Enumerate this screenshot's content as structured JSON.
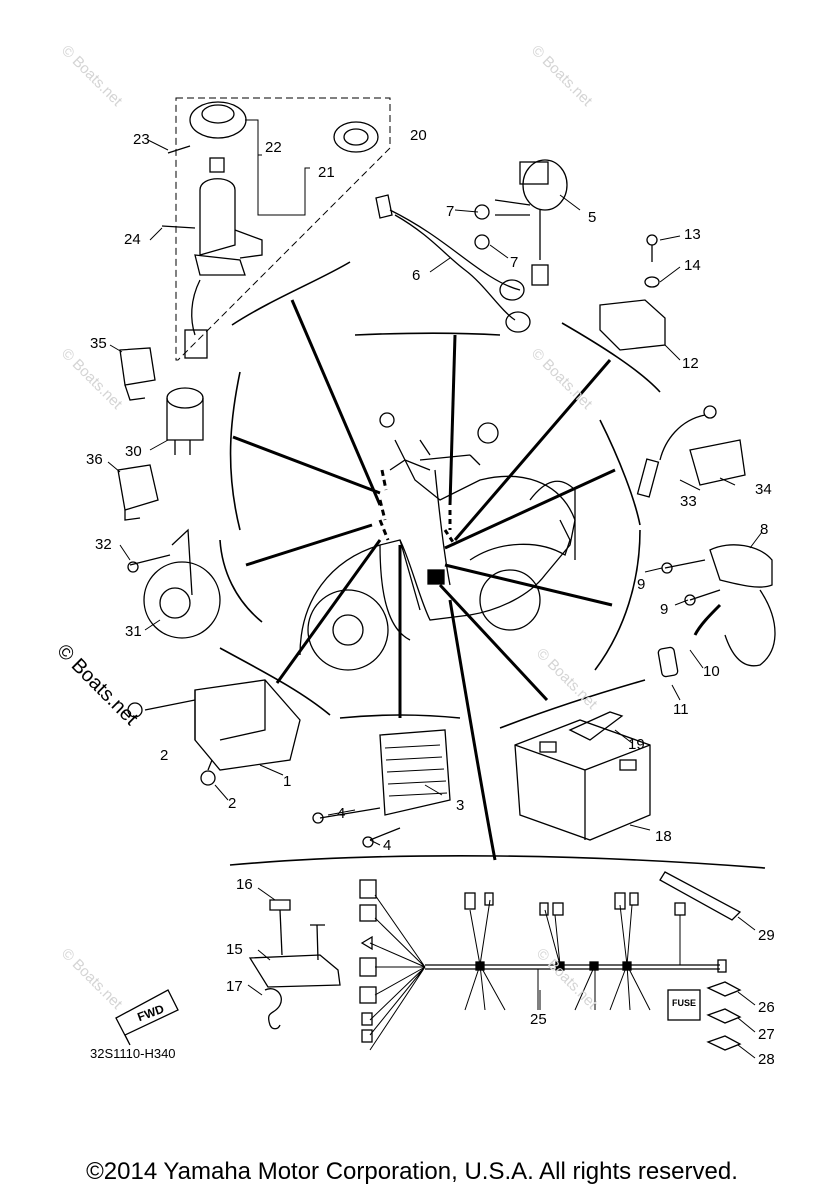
{
  "parts": {
    "p1": "1",
    "p2": "2",
    "p2b": "2",
    "p3": "3",
    "p4a": "4",
    "p4b": "4",
    "p5": "5",
    "p6": "6",
    "p7a": "7",
    "p7b": "7",
    "p8": "8",
    "p9a": "9",
    "p9b": "9",
    "p10": "10",
    "p11": "11",
    "p12": "12",
    "p13": "13",
    "p14": "14",
    "p15": "15",
    "p16": "16",
    "p17": "17",
    "p18": "18",
    "p19": "19",
    "p20": "20",
    "p21": "21",
    "p22": "22",
    "p23": "23",
    "p24": "24",
    "p25": "25",
    "p26": "26",
    "p27": "27",
    "p28": "28",
    "p29": "29",
    "p30": "30",
    "p31": "31",
    "p32": "32",
    "p33": "33",
    "p34": "34",
    "p35": "35",
    "p36": "36"
  },
  "watermark": "© Boats.net",
  "watermark_bold": "© Boats.net",
  "diagram_code": "32S1110-H340",
  "fwd_label": "FWD",
  "fuse_label": "FUSE",
  "copyright": "©2014 Yamaha Motor Corporation, U.S.A. All rights reserved."
}
